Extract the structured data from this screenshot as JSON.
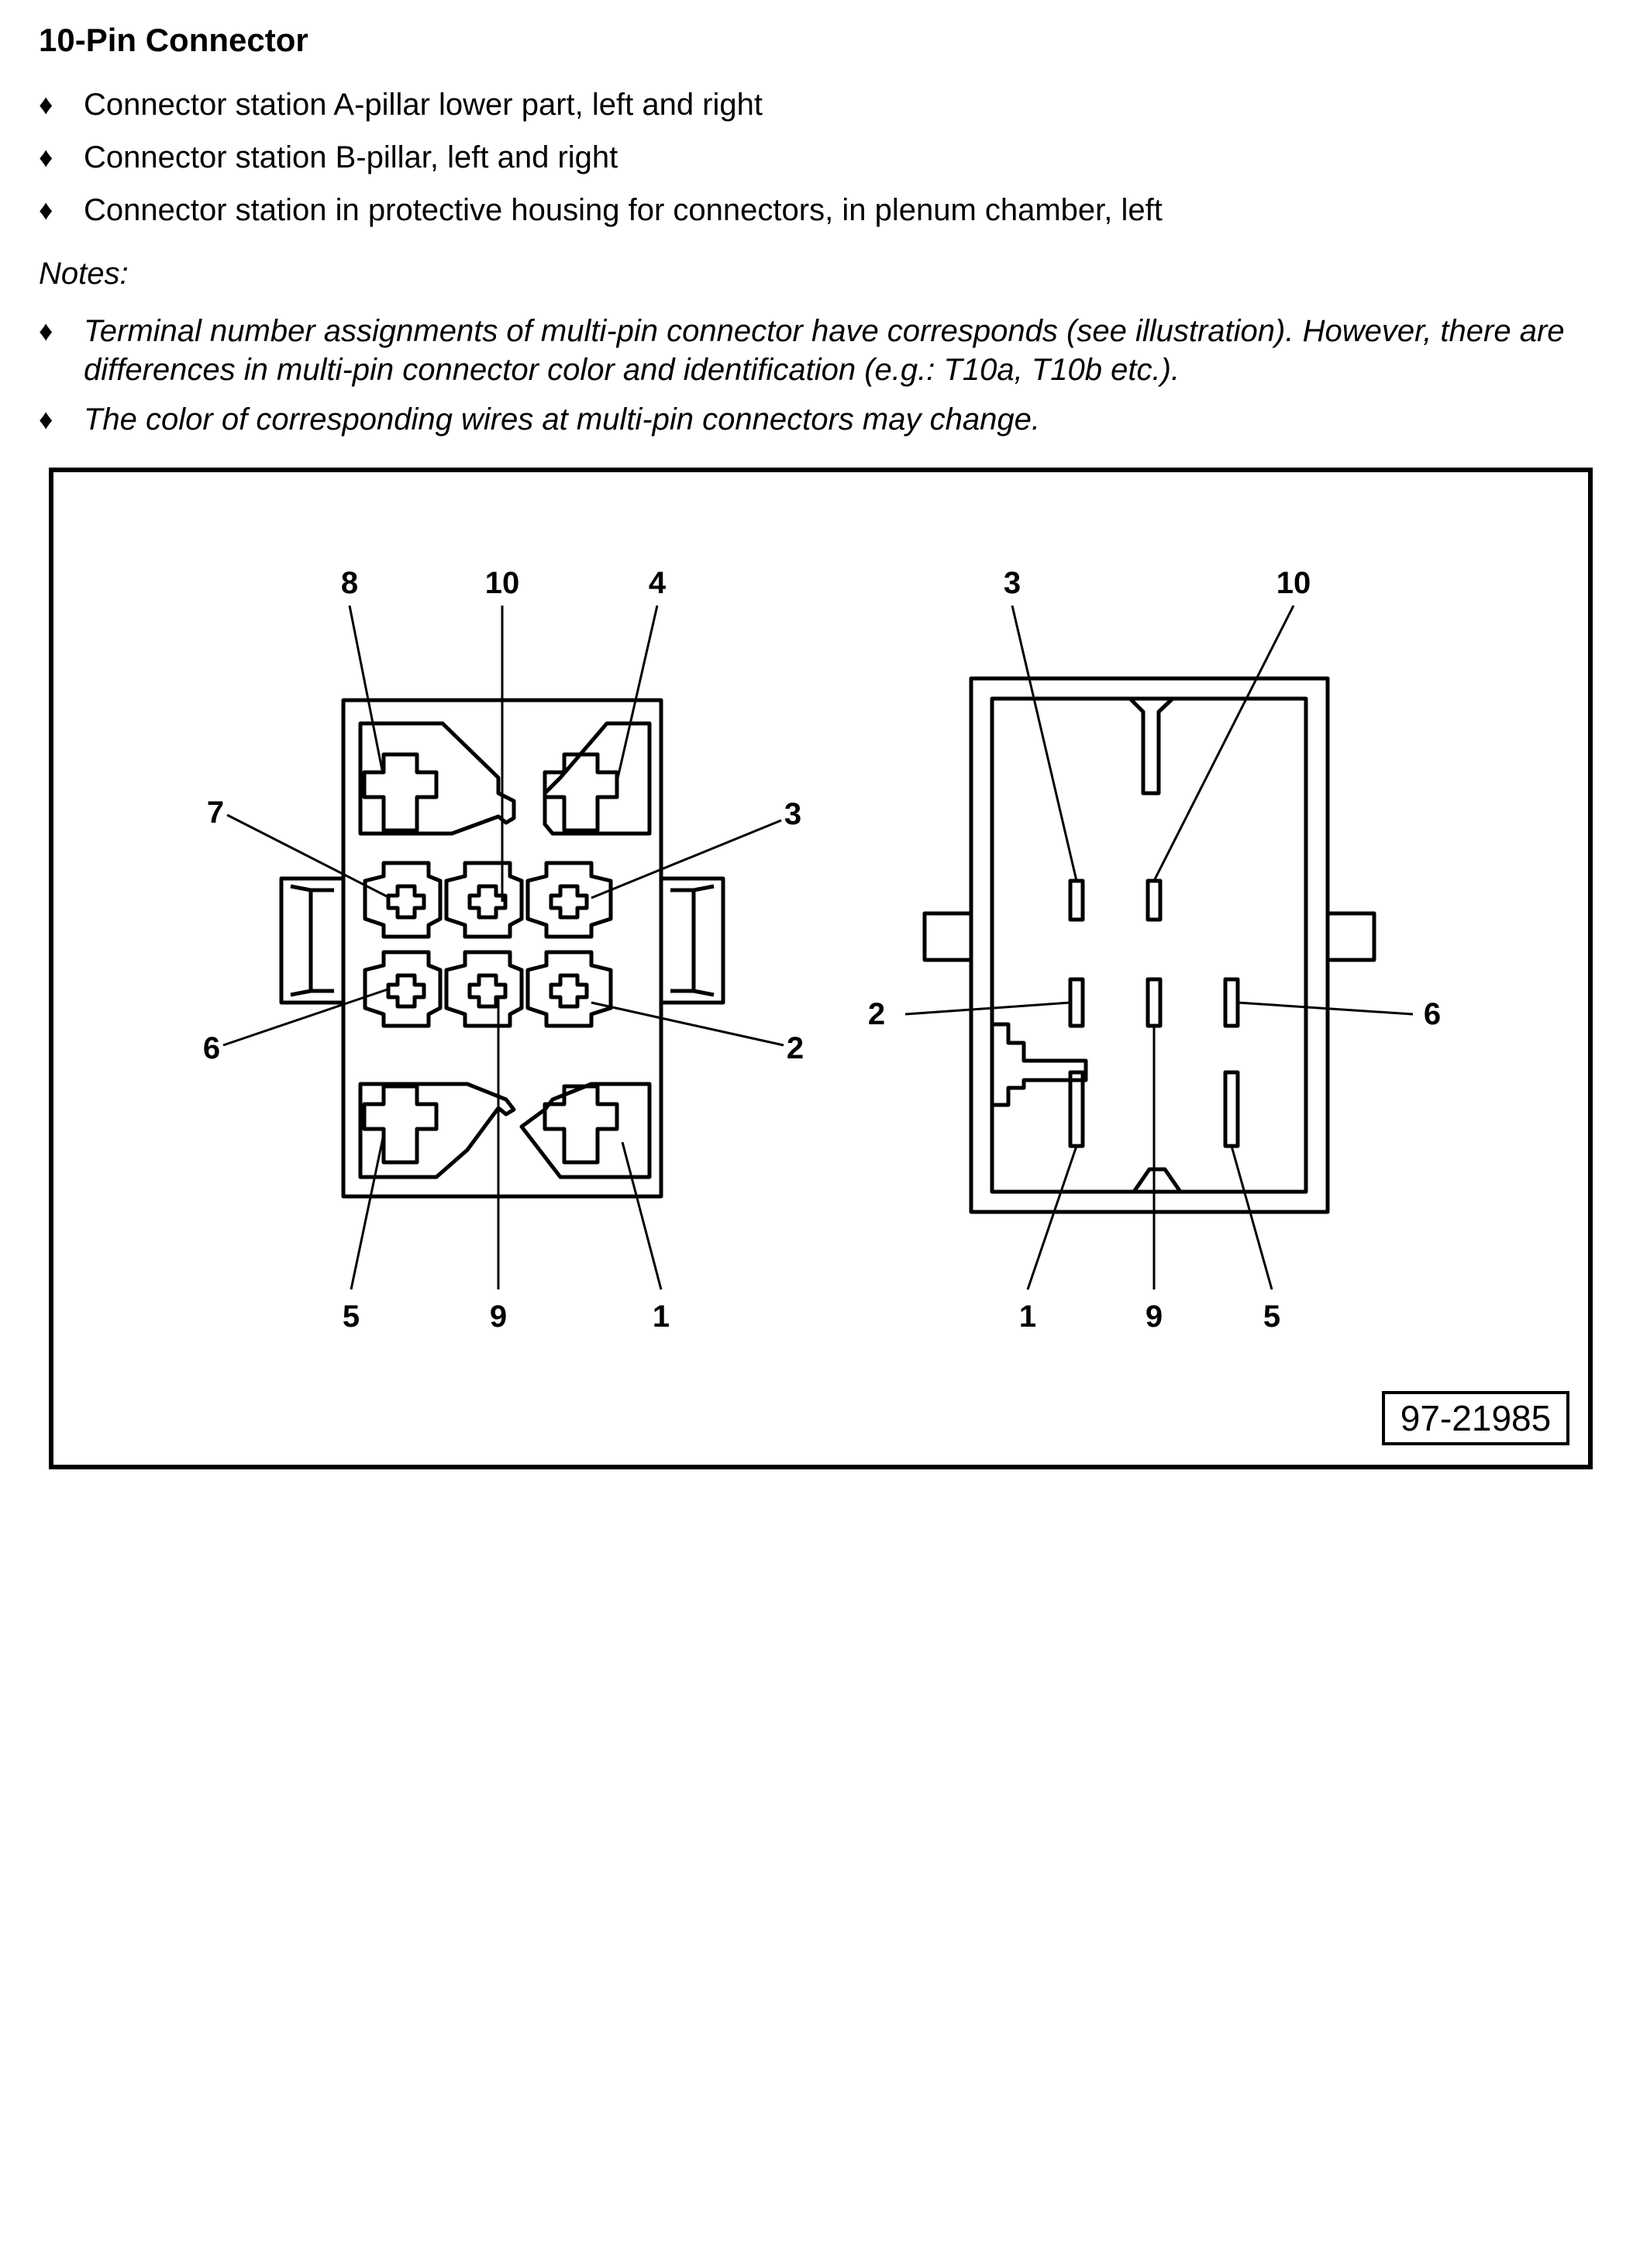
{
  "heading": "10-Pin Connector",
  "bullets": [
    "Connector station A-pillar lower part, left and right",
    "Connector station B-pillar, left and right",
    "Connector station in protective housing for connectors, in plenum chamber, left"
  ],
  "bullet_symbol": "♦",
  "notes_heading": "Notes:",
  "notes": [
    "Terminal number assignments of multi-pin connector have corresponds (see illustration). However, there are differences in multi-pin connector color and identification (e.g.: T10a, T10b etc.).",
    "The color of corresponding wires at multi-pin connectors may change."
  ],
  "figure": {
    "id": "97-21985",
    "left_connector_labels": {
      "p8": "8",
      "p10": "10",
      "p4": "4",
      "p7": "7",
      "p3": "3",
      "p6": "6",
      "p2": "2",
      "p5": "5",
      "p9": "9",
      "p1": "1"
    },
    "right_connector_labels": {
      "p3": "3",
      "p10": "10",
      "p2": "2",
      "p6": "6",
      "p1": "1",
      "p9": "9",
      "p5": "5"
    }
  }
}
